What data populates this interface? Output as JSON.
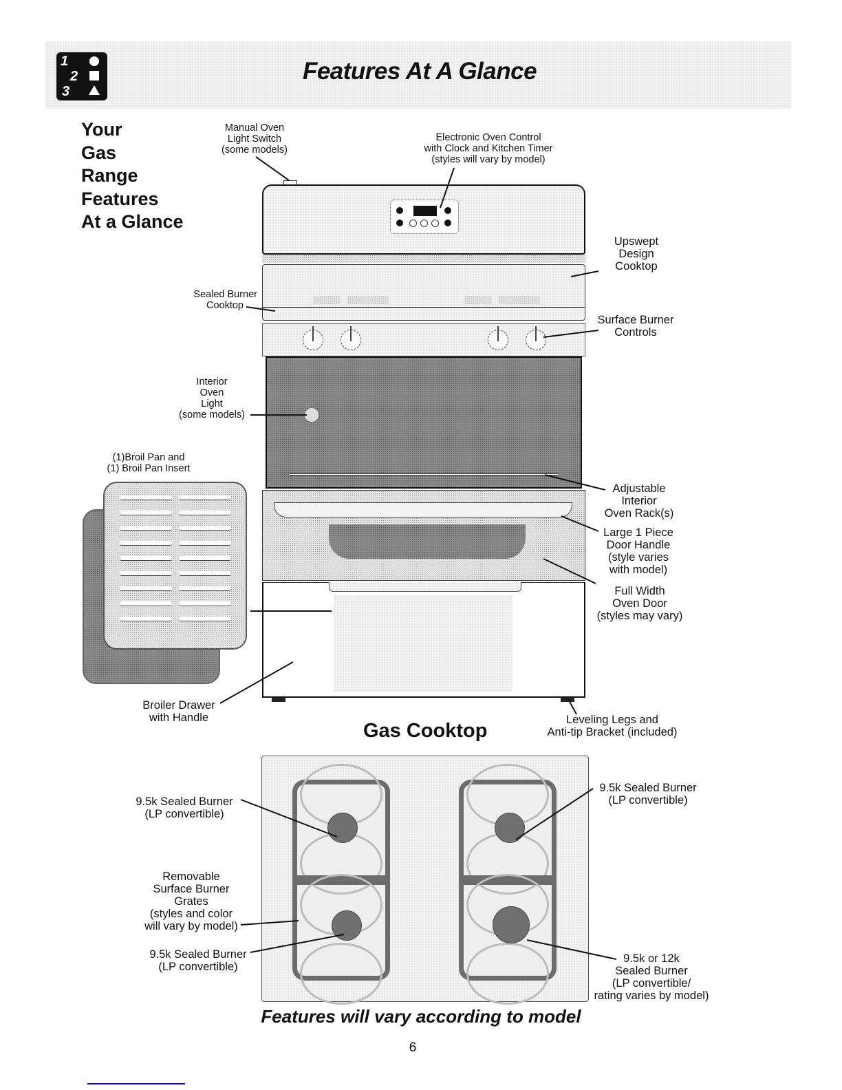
{
  "header": {
    "title": "Features At A Glance",
    "icon": "numbered-steps-icon",
    "icon_numbers": [
      "1",
      "2",
      "3"
    ]
  },
  "side_heading": [
    "Your",
    "Gas",
    "Range",
    "Features",
    "At a Glance"
  ],
  "range_labels": {
    "manual_oven_light": [
      "Manual Oven",
      "Light Switch",
      "(some models)"
    ],
    "electronic_control": [
      "Electronic Oven Control",
      "with Clock and Kitchen Timer",
      "(styles will vary by model)"
    ],
    "upswept_cooktop": [
      "Upswept",
      "Design",
      "Cooktop"
    ],
    "sealed_burner_cooktop": [
      "Sealed Burner",
      "Cooktop"
    ],
    "surface_burner_controls": [
      "Surface Burner",
      "Controls"
    ],
    "interior_oven_light": [
      "Interior",
      "Oven",
      "Light",
      "(some models)"
    ],
    "broil_pan": [
      "(1)Broil Pan and",
      "(1) Broil Pan Insert"
    ],
    "oven_racks": [
      "Adjustable",
      "Interior",
      "Oven Rack(s)"
    ],
    "door_handle": [
      "Large 1 Piece",
      "Door Handle",
      "(style varies",
      "with model)"
    ],
    "oven_door": [
      "Full Width",
      "Oven Door",
      "(styles may vary)"
    ],
    "broiler_drawer": [
      "Broiler Drawer",
      "with Handle"
    ],
    "leveling_legs": [
      "Leveling Legs and",
      "Anti-tip Bracket (included)"
    ]
  },
  "cooktop_section": {
    "title": "Gas Cooktop",
    "labels": {
      "left_rear_burner": [
        "9.5k Sealed Burner",
        "(LP convertible)"
      ],
      "right_rear_burner": [
        "9.5k Sealed Burner",
        "(LP convertible)"
      ],
      "grates": [
        "Removable",
        "Surface Burner",
        "Grates",
        "(styles and color",
        "will vary by model)"
      ],
      "left_front_burner": [
        "9.5k Sealed Burner",
        "(LP convertible)"
      ],
      "right_front_burner": [
        "9.5k or 12k",
        "Sealed Burner",
        "(LP convertible/",
        "rating varies by model)"
      ]
    }
  },
  "footer": {
    "note": "Features will vary according to model",
    "page_number": "6"
  }
}
